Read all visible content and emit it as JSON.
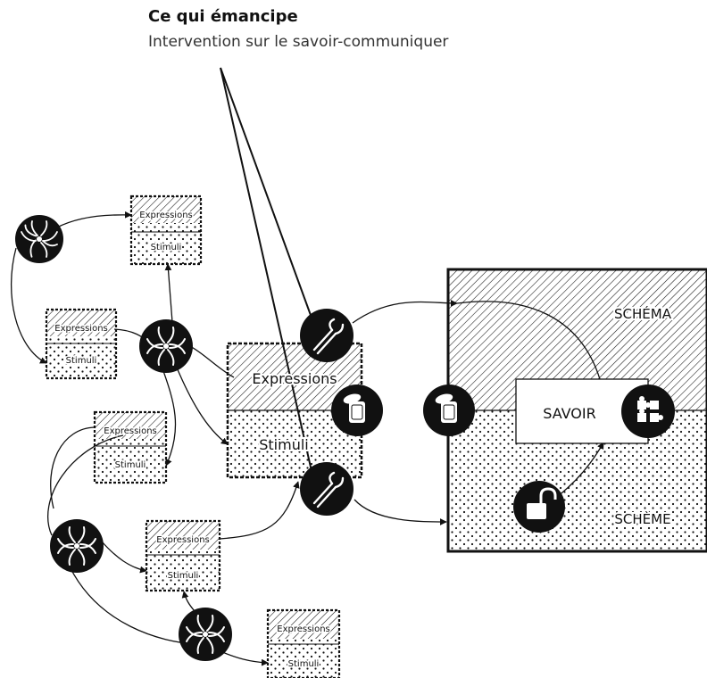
{
  "title": "Ce qui émancipe",
  "subtitle": "Intervention sur le savoir-communiquer",
  "labels": {
    "expressions": "Expressions",
    "stimuli": "Stimuli",
    "schema": "SCHÉMA",
    "savoir": "SAVOIR",
    "scheme": "SCHÈME"
  },
  "icons": [
    "swirl-icon",
    "pliers-icon",
    "can-icon",
    "puzzle-icon",
    "open-padlock-icon"
  ],
  "colors": {
    "ink": "#111111",
    "paper": "#ffffff"
  }
}
